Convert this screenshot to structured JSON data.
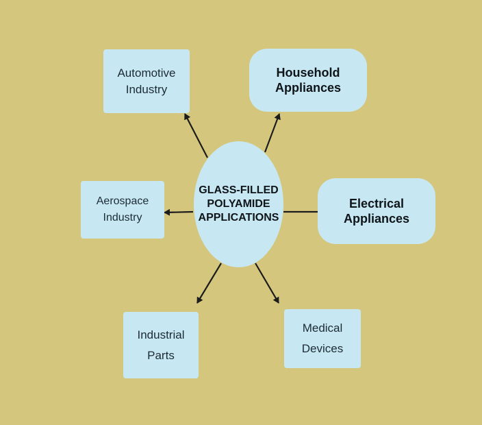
{
  "diagram": {
    "center": {
      "label": "GLASS-FILLED\nPOLYAMIDE\nAPPLICATIONS"
    },
    "nodes": [
      {
        "id": "automotive",
        "label": "Automotive\nIndustry"
      },
      {
        "id": "household",
        "label": "Household Appliances"
      },
      {
        "id": "aerospace",
        "label": "Aerospace\nIndustry"
      },
      {
        "id": "electrical",
        "label": "Electrical Appliances"
      },
      {
        "id": "industrial",
        "label": "Industrial\nParts"
      },
      {
        "id": "medical",
        "label": "Medical\nDevices"
      }
    ],
    "edges": [
      {
        "from": "center",
        "to": "automotive"
      },
      {
        "from": "center",
        "to": "household"
      },
      {
        "from": "center",
        "to": "aerospace"
      },
      {
        "from": "center",
        "to": "electrical"
      },
      {
        "from": "center",
        "to": "industrial"
      },
      {
        "from": "center",
        "to": "medical"
      }
    ]
  },
  "colors": {
    "background": "#d4c67c",
    "node_fill": "#c7e8f3",
    "edge": "#1c1c1c"
  }
}
